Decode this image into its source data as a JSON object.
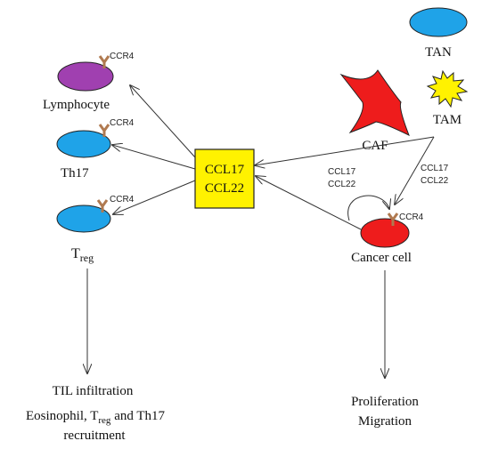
{
  "center_box": {
    "line1": "CCL17",
    "line2": "CCL22",
    "fill": "#FFF200"
  },
  "receptor_label": "CCR4",
  "left_cells": [
    {
      "name": "Lymphocyte",
      "fill": "#A040B0"
    },
    {
      "name": "Th17",
      "fill": "#1FA3E8"
    },
    {
      "name": "T",
      "sub": "reg",
      "fill": "#1FA3E8"
    }
  ],
  "right_cells": {
    "tan": {
      "name": "TAN",
      "fill": "#1FA3E8"
    },
    "caf": {
      "name": "CAF",
      "fill": "#EE1C1C"
    },
    "tam": {
      "name": "TAM",
      "fill": "#FFF200"
    },
    "cancer": {
      "name": "Cancer cell",
      "fill": "#EE1C1C"
    }
  },
  "arrow_labels": {
    "autocrine_1": "CCL17",
    "autocrine_2": "CCL22",
    "paracrine_1": "CCL17",
    "paracrine_2": "CCL22"
  },
  "outcomes": {
    "left_line1": "TIL infiltration",
    "left_line2_a": "Eosinophil, T",
    "left_line2_sub": "reg",
    "left_line2_b": " and Th17",
    "left_line3": "recruitment",
    "right_line1": "Proliferation",
    "right_line2": "Migration"
  },
  "receptor_color": "#B07A50"
}
